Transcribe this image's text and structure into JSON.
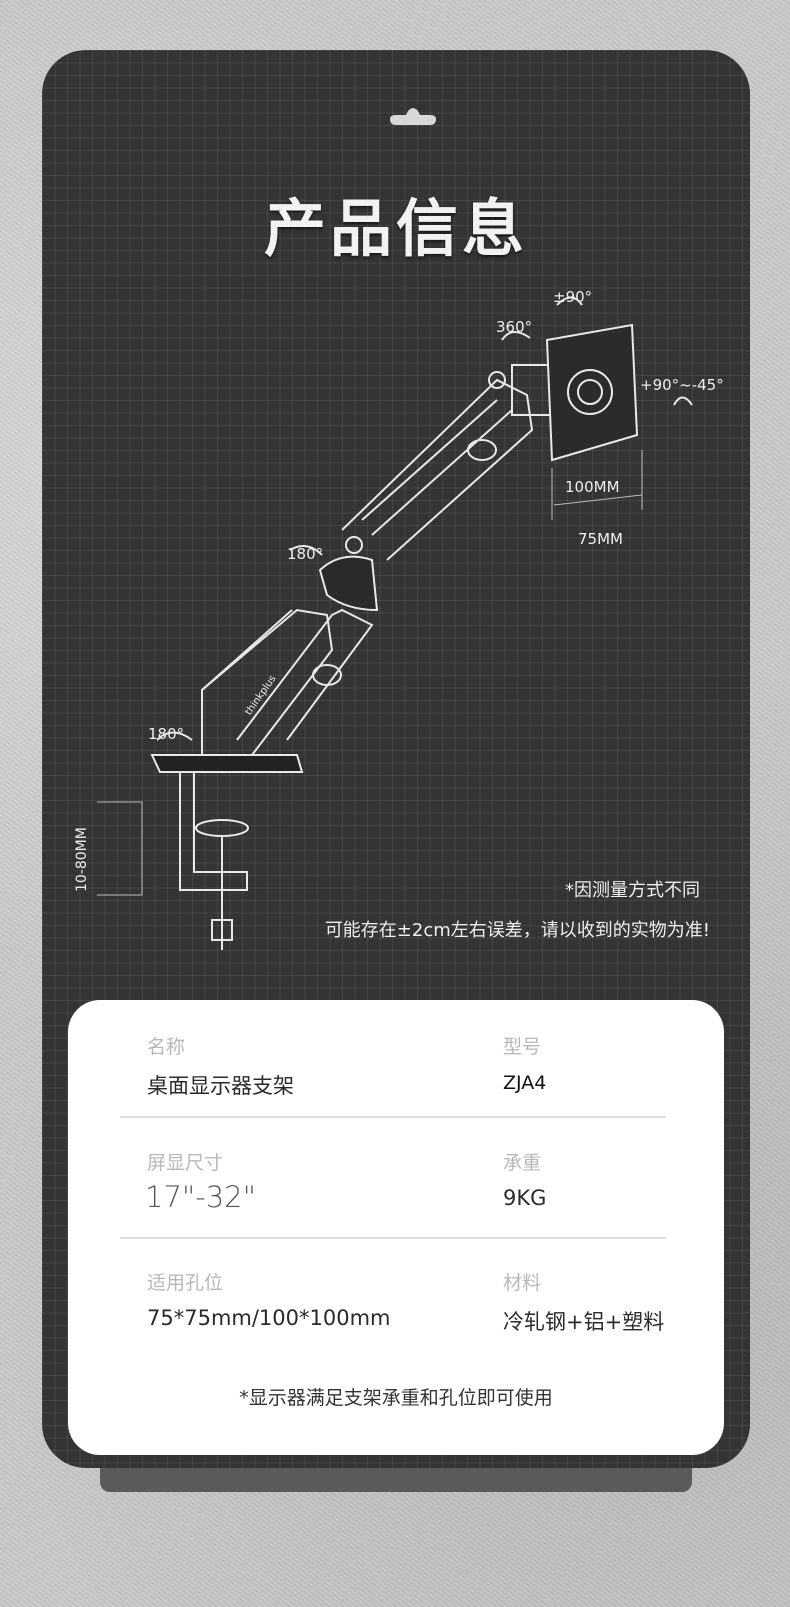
{
  "title": "产品信息",
  "diagram": {
    "rotation_top": "±90°",
    "rotation_head": "360°",
    "tilt": "+90°~-45°",
    "vesa_horizontal": "100MM",
    "vesa_vertical": "75MM",
    "rotation_elbow": "180°",
    "rotation_base": "180°",
    "clamp_range": "10-80MM",
    "brand": "thinkplus"
  },
  "notes": [
    "*因测量方式不同",
    "可能存在±2cm左右误差，请以收到的实物为准!"
  ],
  "specs": [
    {
      "label": "名称",
      "value": "桌面显示器支架"
    },
    {
      "label": "型号",
      "value": "ZJA4"
    },
    {
      "label": "屏显尺寸",
      "value": "17\"-32\""
    },
    {
      "label": "承重",
      "value": "9KG"
    },
    {
      "label": "适用孔位",
      "value": "75*75mm/100*100mm"
    },
    {
      "label": "材料",
      "value": "冷轧钢+铝+塑料"
    }
  ],
  "footnote": "*显示器满足支架承重和孔位即可使用"
}
